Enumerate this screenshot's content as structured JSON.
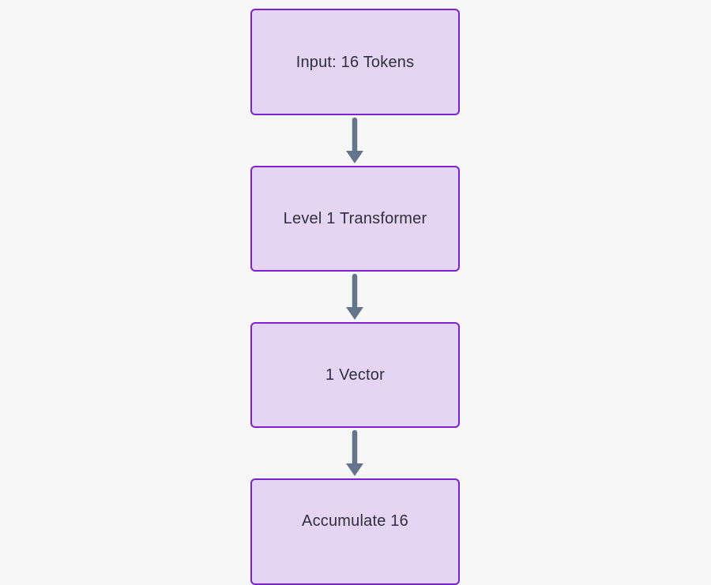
{
  "diagram": {
    "type": "flowchart",
    "direction": "top-down",
    "nodes": [
      {
        "id": "input",
        "label": "Input: 16 Tokens"
      },
      {
        "id": "level1",
        "label": "Level 1 Transformer"
      },
      {
        "id": "vector",
        "label": "1 Vector"
      },
      {
        "id": "accumulate",
        "label": "Accumulate 16"
      }
    ],
    "edges": [
      {
        "from": "input",
        "to": "level1",
        "style": "arrow-down"
      },
      {
        "from": "level1",
        "to": "vector",
        "style": "arrow-down"
      },
      {
        "from": "vector",
        "to": "accumulate",
        "style": "arrow-down"
      }
    ],
    "colors": {
      "background": "#f7f7f8",
      "node_fill": "#e4d5f4",
      "node_border": "#7c22ce",
      "node_text": "#2f3039",
      "arrow": "#64748b"
    }
  }
}
